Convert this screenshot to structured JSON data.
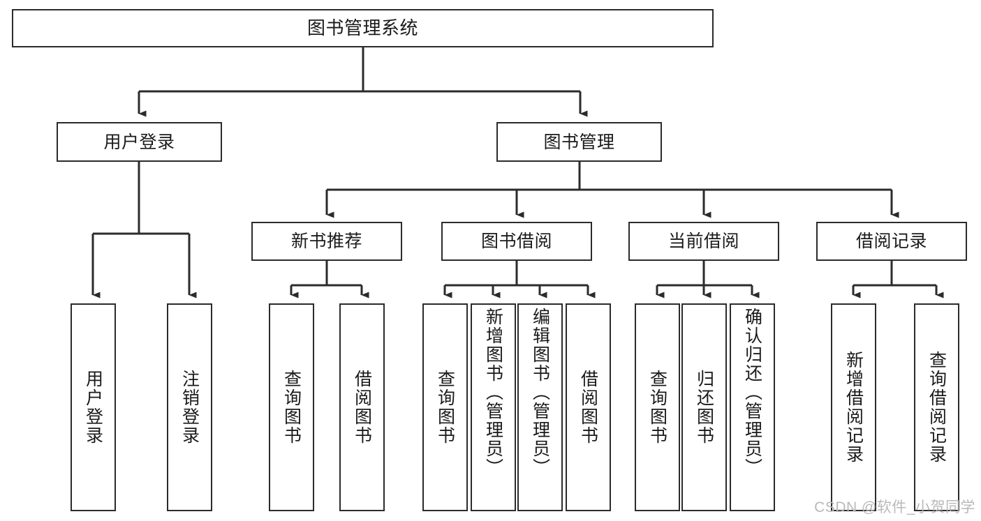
{
  "diagram": {
    "type": "hierarchy-tree",
    "title": "图书管理系统",
    "root": {
      "id": "root",
      "label": "图书管理系统"
    },
    "level2": [
      {
        "id": "user-login",
        "label": "用户登录"
      },
      {
        "id": "book-manage",
        "label": "图书管理"
      }
    ],
    "level3": [
      {
        "id": "new-book-rec",
        "label": "新书推荐"
      },
      {
        "id": "book-borrow",
        "label": "图书借阅"
      },
      {
        "id": "current-borrow",
        "label": "当前借阅"
      },
      {
        "id": "borrow-record",
        "label": "借阅记录"
      }
    ],
    "leaves": {
      "user_login": [
        {
          "id": "leaf-user-login",
          "label": "用户登录"
        },
        {
          "id": "leaf-logout",
          "label": "注销登录"
        }
      ],
      "new_book_rec": [
        {
          "id": "leaf-query-book-1",
          "label": "查询图书"
        },
        {
          "id": "leaf-borrow-book-1",
          "label": "借阅图书"
        }
      ],
      "book_borrow": [
        {
          "id": "leaf-query-book-2",
          "label": "查询图书"
        },
        {
          "id": "leaf-add-book",
          "label": "新增图书（管理员）"
        },
        {
          "id": "leaf-edit-book",
          "label": "编辑图书（管理员）"
        },
        {
          "id": "leaf-borrow-book-2",
          "label": "借阅图书"
        }
      ],
      "current_borrow": [
        {
          "id": "leaf-query-book-3",
          "label": "查询图书"
        },
        {
          "id": "leaf-return-book",
          "label": "归还图书"
        },
        {
          "id": "leaf-confirm-return",
          "label": "确认归还（管理员）"
        }
      ],
      "borrow_record": [
        {
          "id": "leaf-add-record",
          "label": "新增借阅记录"
        },
        {
          "id": "leaf-query-record",
          "label": "查询借阅记录"
        }
      ]
    }
  },
  "watermark": {
    "text": "CSDN @软件_小贺同学"
  },
  "colors": {
    "stroke": "#2b2b2b",
    "background": "#ffffff",
    "text": "#1a1a1a",
    "watermark": "#b9b9b9"
  }
}
